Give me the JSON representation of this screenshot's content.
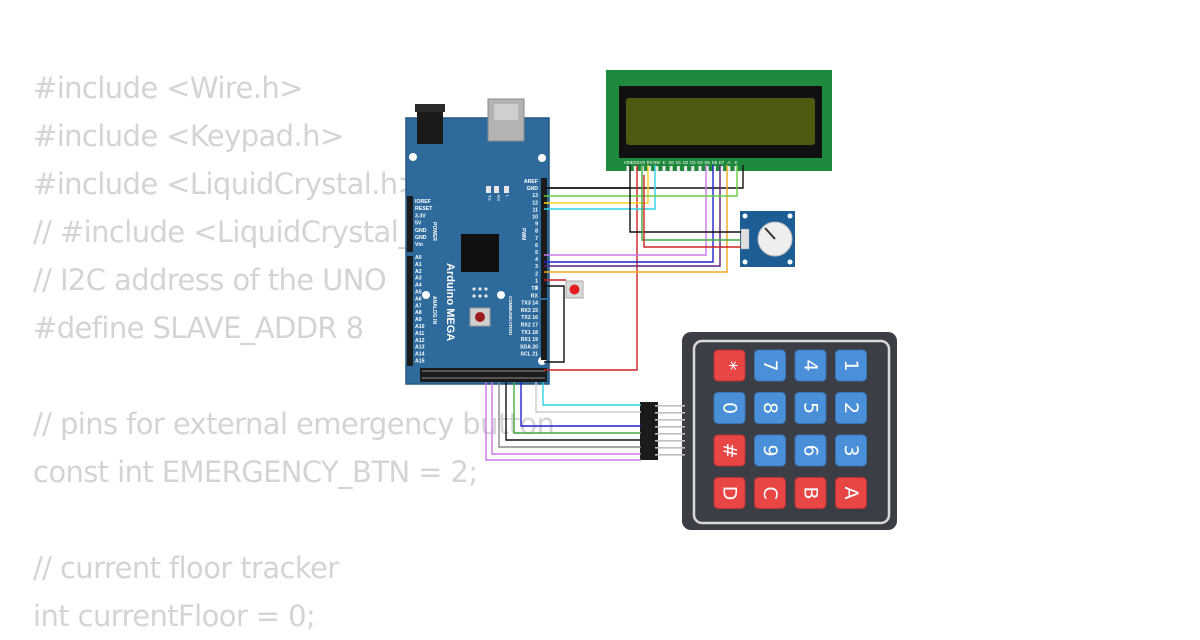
{
  "code_lines": [
    "#include <Wire.h>",
    "#include <Keypad.h>",
    "#include <LiquidCrystal.h>",
    "// #include <LiquidCrystal_I2C.h>",
    "// I2C address of the UNO",
    "#define SLAVE_ADDR 8",
    "",
    "// pins for external emergency button",
    "const int EMERGENCY_BTN = 2;",
    "",
    "// current floor tracker",
    "int currentFloor = 0;"
  ],
  "arduino": {
    "name": "Arduino MEGA",
    "power_labels": [
      "IOREF",
      "RESET",
      "3.3V",
      "5V",
      "GND",
      "GND",
      "Vin"
    ],
    "power_header": "POWER",
    "analog_labels": [
      "A0",
      "A1",
      "A2",
      "A3",
      "A4",
      "A5",
      "A6",
      "A7",
      "A8",
      "A9",
      "A10",
      "A11",
      "A12",
      "A13",
      "A14",
      "A15"
    ],
    "analog_header": "ANALOG IN",
    "digital_labels": [
      "AREF",
      "GND",
      "13",
      "12",
      "11",
      "10",
      "9",
      "8",
      "7",
      "6",
      "5",
      "4",
      "3",
      "2",
      "1",
      "0"
    ],
    "pwm_label": "PWM",
    "comm_labels": [
      "TX",
      "RX",
      "TX3 14",
      "RX3 15",
      "TX2 16",
      "RX2 17",
      "TX1 18",
      "RX1 19",
      "SDA 20",
      "SCL 21"
    ],
    "comm_header": "COMMUNICATION",
    "led_labels": [
      "TX",
      "RX",
      "L"
    ]
  },
  "lcd": {
    "pin_labels": [
      "VSS",
      "VDD",
      "V0",
      "RS",
      "RW",
      "E",
      "D0",
      "D1",
      "D2",
      "D3",
      "D4",
      "D5",
      "D6",
      "D7",
      "A",
      "K"
    ]
  },
  "keypad": {
    "keys": [
      [
        "1",
        "2",
        "3",
        "A"
      ],
      [
        "4",
        "5",
        "6",
        "B"
      ],
      [
        "7",
        "8",
        "9",
        "C"
      ],
      [
        "*",
        "0",
        "#",
        "D"
      ]
    ]
  },
  "colors": {
    "board_blue": "#2e6b9c",
    "lcd_green": "#1f8a3e",
    "lcd_screen": "#4d5b10",
    "key_blue": "#4a90d9",
    "key_red": "#e84545",
    "keypad_bg": "#3b3e45"
  }
}
